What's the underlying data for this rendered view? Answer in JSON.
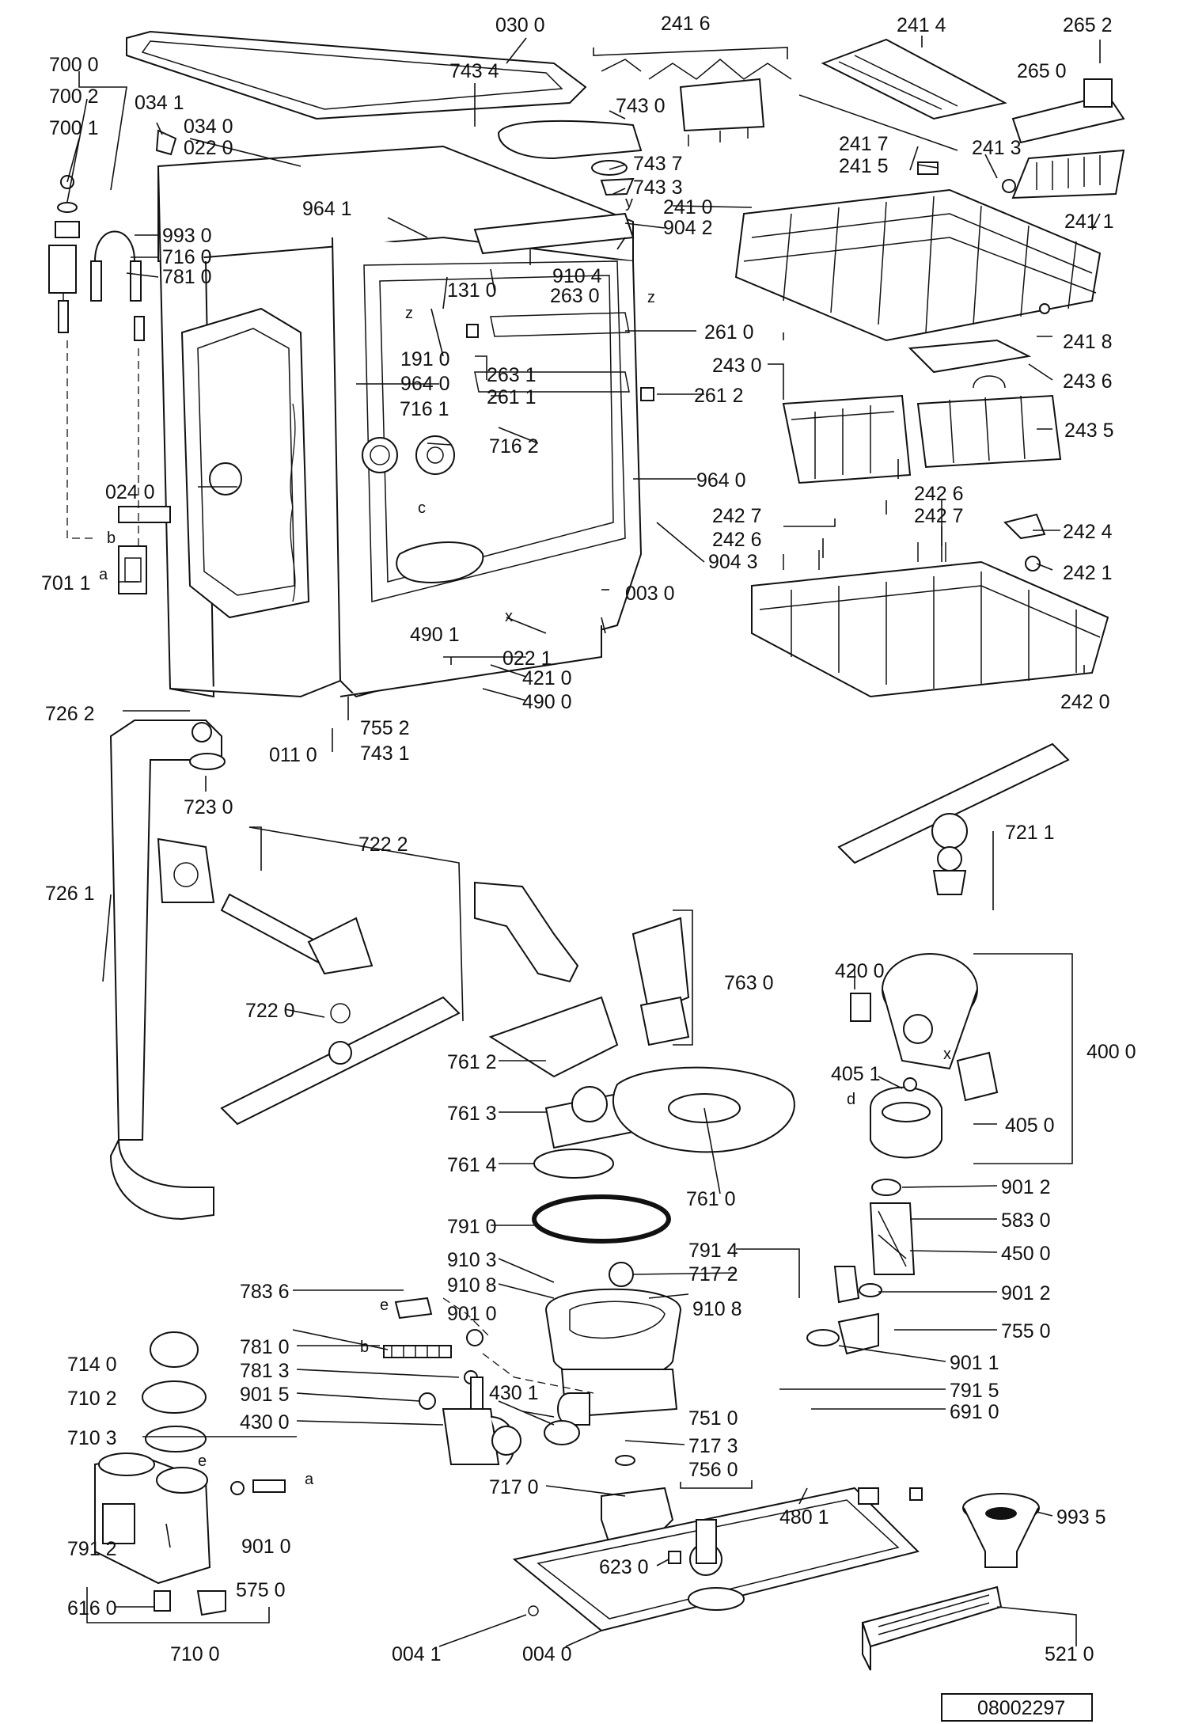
{
  "parts": [
    {
      "id": "p0300",
      "label": "030 0"
    },
    {
      "id": "p2416",
      "label": "241 6"
    },
    {
      "id": "p2414",
      "label": "241 4"
    },
    {
      "id": "p2652",
      "label": "265 2"
    },
    {
      "id": "p7000",
      "label": "700 0"
    },
    {
      "id": "p2650",
      "label": "265 0"
    },
    {
      "id": "p7434",
      "label": "743 4"
    },
    {
      "id": "p7002",
      "label": "700 2"
    },
    {
      "id": "p0341",
      "label": "034 1"
    },
    {
      "id": "p7430",
      "label": "743 0"
    },
    {
      "id": "p7001",
      "label": "700 1"
    },
    {
      "id": "p0340",
      "label": "034 0"
    },
    {
      "id": "p0220",
      "label": "022 0"
    },
    {
      "id": "p2417",
      "label": "241 7"
    },
    {
      "id": "p2413",
      "label": "241 3"
    },
    {
      "id": "p7437",
      "label": "743 7"
    },
    {
      "id": "p2415",
      "label": "241 5"
    },
    {
      "id": "p7433",
      "label": "743 3"
    },
    {
      "id": "p2410",
      "label": "241 0"
    },
    {
      "id": "p9641",
      "label": "964 1"
    },
    {
      "id": "p9042",
      "label": "904 2"
    },
    {
      "id": "p2411",
      "label": "241 1"
    },
    {
      "id": "p9930",
      "label": "993 0"
    },
    {
      "id": "p7160",
      "label": "716 0"
    },
    {
      "id": "p9104",
      "label": "910 4"
    },
    {
      "id": "p7810",
      "label": "781 0"
    },
    {
      "id": "p1310",
      "label": "131 0"
    },
    {
      "id": "p2630",
      "label": "263 0"
    },
    {
      "id": "p2610",
      "label": "261 0"
    },
    {
      "id": "p2418",
      "label": "241 8"
    },
    {
      "id": "p1910",
      "label": "191 0"
    },
    {
      "id": "p2430",
      "label": "243 0"
    },
    {
      "id": "p2631",
      "label": "263 1"
    },
    {
      "id": "p9640a",
      "label": "964 0"
    },
    {
      "id": "p2436",
      "label": "243 6"
    },
    {
      "id": "p2611",
      "label": "261 1"
    },
    {
      "id": "p2612",
      "label": "261 2"
    },
    {
      "id": "p7161",
      "label": "716 1"
    },
    {
      "id": "p2435",
      "label": "243 5"
    },
    {
      "id": "p7162",
      "label": "716 2"
    },
    {
      "id": "p9640b",
      "label": "964 0"
    },
    {
      "id": "p0240",
      "label": "024 0"
    },
    {
      "id": "p2426a",
      "label": "242 6"
    },
    {
      "id": "p2427a",
      "label": "242 7"
    },
    {
      "id": "p2427b",
      "label": "242 7"
    },
    {
      "id": "p2426b",
      "label": "242 6"
    },
    {
      "id": "p2424",
      "label": "242 4"
    },
    {
      "id": "p9043",
      "label": "904 3"
    },
    {
      "id": "p2421",
      "label": "242 1"
    },
    {
      "id": "p7011",
      "label": "701 1"
    },
    {
      "id": "p0030",
      "label": "003 0"
    },
    {
      "id": "p0221",
      "label": "022 1"
    },
    {
      "id": "p4901",
      "label": "490 1"
    },
    {
      "id": "p4210",
      "label": "421 0"
    },
    {
      "id": "p4900",
      "label": "490 0"
    },
    {
      "id": "p2420",
      "label": "242 0"
    },
    {
      "id": "p7262",
      "label": "726 2"
    },
    {
      "id": "p7552",
      "label": "755 2"
    },
    {
      "id": "p0110",
      "label": "011 0"
    },
    {
      "id": "p7431",
      "label": "743 1"
    },
    {
      "id": "p7230",
      "label": "723 0"
    },
    {
      "id": "p7222",
      "label": "722 2"
    },
    {
      "id": "p7211",
      "label": "721 1"
    },
    {
      "id": "p7261",
      "label": "726 1"
    },
    {
      "id": "p7630",
      "label": "763 0"
    },
    {
      "id": "p4200",
      "label": "420 0"
    },
    {
      "id": "p7220",
      "label": "722 0"
    },
    {
      "id": "p4000",
      "label": "400 0"
    },
    {
      "id": "p7612",
      "label": "761 2"
    },
    {
      "id": "p4051",
      "label": "405 1"
    },
    {
      "id": "p7613",
      "label": "761 3"
    },
    {
      "id": "p4050",
      "label": "405 0"
    },
    {
      "id": "p7614",
      "label": "761 4"
    },
    {
      "id": "p7610",
      "label": "761 0"
    },
    {
      "id": "p9012a",
      "label": "901 2"
    },
    {
      "id": "p7910",
      "label": "791 0"
    },
    {
      "id": "p5830",
      "label": "583 0"
    },
    {
      "id": "p7914",
      "label": "791 4"
    },
    {
      "id": "p9103",
      "label": "910 3"
    },
    {
      "id": "p4500",
      "label": "450 0"
    },
    {
      "id": "p7172",
      "label": "717 2"
    },
    {
      "id": "p7836",
      "label": "783 6"
    },
    {
      "id": "p9108a",
      "label": "910 8"
    },
    {
      "id": "p9108b",
      "label": "910 8"
    },
    {
      "id": "p9012b",
      "label": "901 2"
    },
    {
      "id": "p9010",
      "label": "901 0"
    },
    {
      "id": "p7550",
      "label": "755 0"
    },
    {
      "id": "p7140",
      "label": "714 0"
    },
    {
      "id": "p7810b",
      "label": "781 0"
    },
    {
      "id": "p9011",
      "label": "901 1"
    },
    {
      "id": "p7813",
      "label": "781 3"
    },
    {
      "id": "p7915",
      "label": "791 5"
    },
    {
      "id": "p7102",
      "label": "710 2"
    },
    {
      "id": "p9015",
      "label": "901 5"
    },
    {
      "id": "p4301",
      "label": "430 1"
    },
    {
      "id": "p7510",
      "label": "751 0"
    },
    {
      "id": "p4300",
      "label": "430 0"
    },
    {
      "id": "p6910",
      "label": "691 0"
    },
    {
      "id": "p7103",
      "label": "710 3"
    },
    {
      "id": "p7173",
      "label": "717 3"
    },
    {
      "id": "p7560",
      "label": "756 0"
    },
    {
      "id": "p7170",
      "label": "717 0"
    },
    {
      "id": "p4801",
      "label": "480 1"
    },
    {
      "id": "p9935",
      "label": "993 5"
    },
    {
      "id": "p9010b",
      "label": "901 0"
    },
    {
      "id": "p7912",
      "label": "791 2"
    },
    {
      "id": "p6230",
      "label": "623 0"
    },
    {
      "id": "p5750",
      "label": "575 0"
    },
    {
      "id": "p6160",
      "label": "616 0"
    },
    {
      "id": "p7100",
      "label": "710 0"
    },
    {
      "id": "p0041",
      "label": "004 1"
    },
    {
      "id": "p0040",
      "label": "004 0"
    },
    {
      "id": "p5210",
      "label": "521 0"
    }
  ],
  "markers": [
    {
      "id": "m_a1",
      "text": "a"
    },
    {
      "id": "m_b1",
      "text": "b"
    },
    {
      "id": "m_z1",
      "text": "z"
    },
    {
      "id": "m_z2",
      "text": "z"
    },
    {
      "id": "m_c1",
      "text": "c"
    },
    {
      "id": "m_x1",
      "text": "x"
    },
    {
      "id": "m_y1",
      "text": "y"
    },
    {
      "id": "m_x2",
      "text": "x"
    },
    {
      "id": "m_d1",
      "text": "d"
    },
    {
      "id": "m_e1",
      "text": "e"
    },
    {
      "id": "m_b2",
      "text": "b"
    },
    {
      "id": "m_e2",
      "text": "e"
    },
    {
      "id": "m_a2",
      "text": "a"
    }
  ],
  "document_number": "08002297"
}
